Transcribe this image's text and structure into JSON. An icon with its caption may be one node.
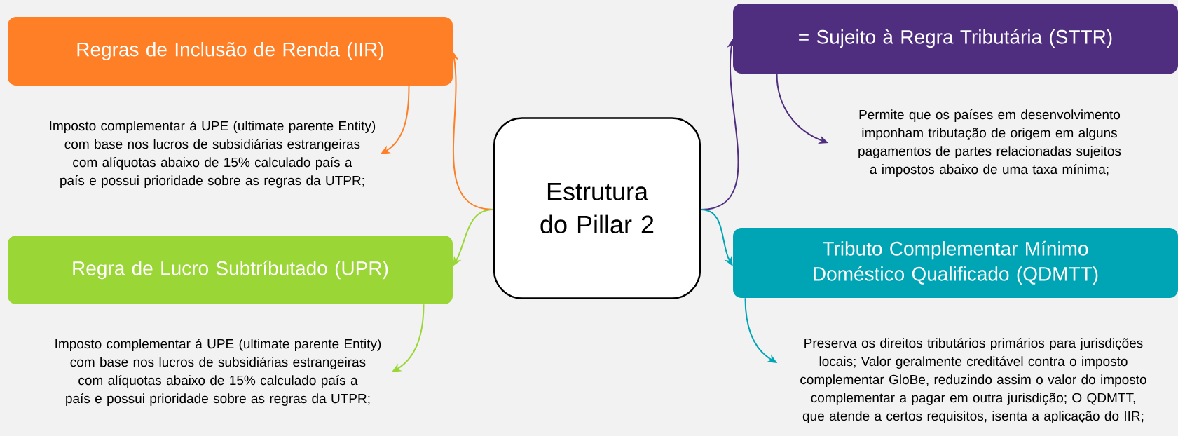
{
  "diagram": {
    "nodes": [
      {
        "text": [
          "Estrutura do Pillar 2"
        ]
      },
      {
        "text": [
          "Regras de Inclusão de Renda (IIR)"
        ]
      },
      {
        "text": [
          "Imposto complementar á UPE (ultimate parente Entity) com base nos lucros de subsidiárias estrangeiras com alíquotas abaixo de 15% calculado país a país e possui prioridade sobre as regras da UTPR;"
        ]
      },
      {
        "text": [
          "Regra de Lucro Subtríbutado (UPR)"
        ]
      },
      {
        "text": [
          "Imposto complementar á UPE (ultimate parente Entity) com base nos lucros de subsidiárias estrangeiras com alíquotas abaixo de 15% calculado país a país e possui prioridade sobre as regras da UTPR;"
        ]
      },
      {
        "text": [
          "= Sujeito à Regra Tributária (STTR)"
        ]
      },
      {
        "text": [
          "Permite que os países em desenvolvimento imponham tributação de origem em alguns pagamentos de partes relacionadas sujeitos a impostos abaixo de uma taxa mínima;"
        ]
      },
      {
        "text": [
          "Tributo Complementar Mínimo Doméstico Qualificado (QDMTT)"
        ]
      },
      {
        "text": [
          "Preserva os direitos tributários primários para jurisdições locais; Valor geralmente creditável contra o imposto complementar GloBe, reduzindo assim o valor do imposto complementar a pagar em outra jurisdição; O QDMTT, que atende a certos requisitos, isenta a aplicação do IIR;"
        ]
      }
    ],
    "edges": [
      {
        "from": 0,
        "to": 1,
        "arrow": "to",
        "color": "#ff7f27"
      },
      {
        "from": 1,
        "to": 2,
        "arrow": "to",
        "color": "#ff7f27"
      },
      {
        "from": 0,
        "to": 3,
        "arrow": "to",
        "color": "#9bd637"
      },
      {
        "from": 3,
        "to": 4,
        "arrow": "to",
        "color": "#9bd637"
      },
      {
        "from": 0,
        "to": 5,
        "arrow": "to",
        "color": "#4f2d7f"
      },
      {
        "from": 5,
        "to": 6,
        "arrow": "to",
        "color": "#4f2d7f"
      },
      {
        "from": 0,
        "to": 7,
        "arrow": "to",
        "color": "#00a5b5"
      },
      {
        "from": 7,
        "to": 8,
        "arrow": "to",
        "color": "#00a5b5"
      }
    ]
  }
}
